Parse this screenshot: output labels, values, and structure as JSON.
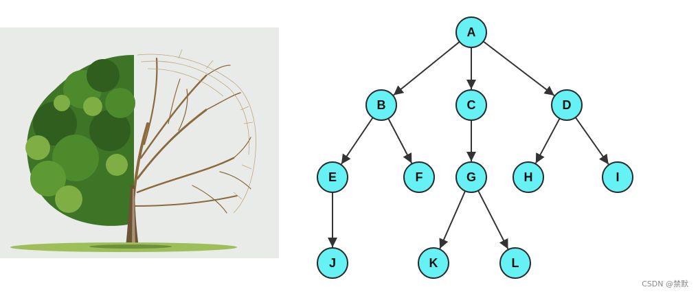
{
  "illustration": {
    "subject": "tree-illustration",
    "colors": {
      "background": "#e9ebe9",
      "foliage_dark": "#2f5e1e",
      "foliage_mid": "#4c8a2c",
      "foliage_light": "#7fae45",
      "branches": "#7a5a33",
      "branches_light": "#b89a6a",
      "trunk": "#6b5436",
      "grass": "#9cbf5a"
    }
  },
  "tree": {
    "node_fill": "#66f2f5",
    "node_stroke": "#2b2b2b",
    "edge_color": "#333333",
    "nodes": [
      {
        "id": "A",
        "label": "A"
      },
      {
        "id": "B",
        "label": "B"
      },
      {
        "id": "C",
        "label": "C"
      },
      {
        "id": "D",
        "label": "D"
      },
      {
        "id": "E",
        "label": "E"
      },
      {
        "id": "F",
        "label": "F"
      },
      {
        "id": "G",
        "label": "G"
      },
      {
        "id": "H",
        "label": "H"
      },
      {
        "id": "I",
        "label": "I"
      },
      {
        "id": "J",
        "label": "J"
      },
      {
        "id": "K",
        "label": "K"
      },
      {
        "id": "L",
        "label": "L"
      }
    ],
    "edges": [
      [
        "A",
        "B"
      ],
      [
        "A",
        "C"
      ],
      [
        "A",
        "D"
      ],
      [
        "B",
        "E"
      ],
      [
        "B",
        "F"
      ],
      [
        "C",
        "G"
      ],
      [
        "D",
        "H"
      ],
      [
        "D",
        "I"
      ],
      [
        "E",
        "J"
      ],
      [
        "G",
        "K"
      ],
      [
        "G",
        "L"
      ]
    ]
  },
  "watermark": "CSDN @禁默"
}
